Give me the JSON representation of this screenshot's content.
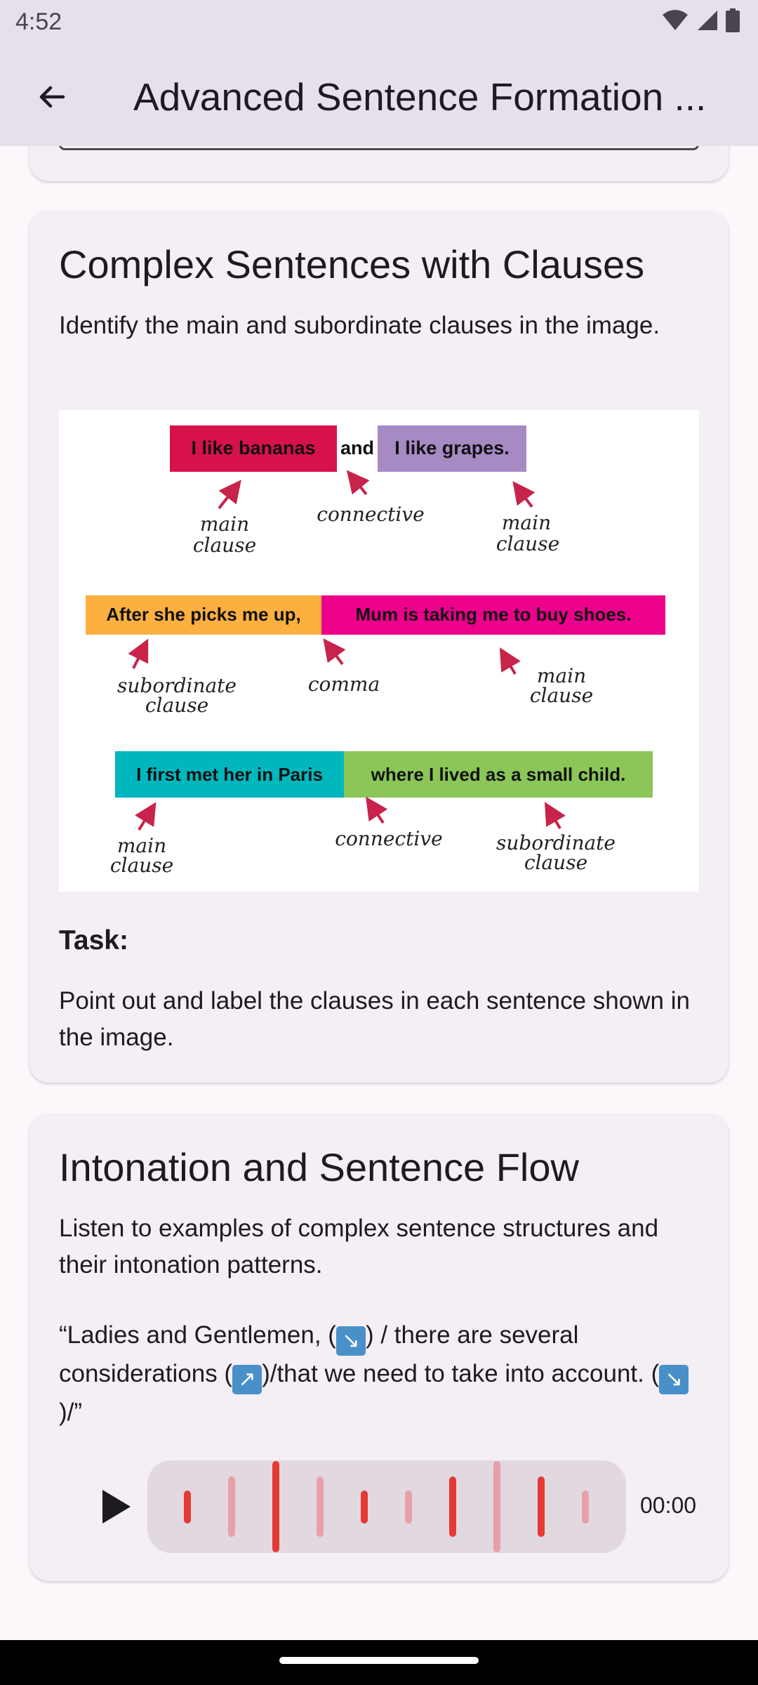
{
  "status": {
    "time": "4:52"
  },
  "appbar": {
    "title": "Advanced Sentence Formation ..."
  },
  "card_clauses": {
    "title": "Complex Sentences with Clauses",
    "description": "Identify the main and subordinate clauses in the image.",
    "figure": {
      "s1": {
        "a": "I like bananas",
        "join": "and",
        "b": "I like grapes.",
        "l1a": "main",
        "l1b": "clause",
        "l2": "connective",
        "l3a": "main",
        "l3b": "clause"
      },
      "s2": {
        "a": "After she picks me up,",
        "b": "Mum is taking me to buy shoes.",
        "l1a": "subordinate",
        "l1b": "clause",
        "l2": "comma",
        "l3a": "main",
        "l3b": "clause"
      },
      "s3": {
        "a": "I first met her in Paris",
        "b": "where I lived as a small child.",
        "l1a": "main",
        "l1b": "clause",
        "l2": "connective",
        "l3a": "subordinate",
        "l3b": "clause"
      }
    },
    "task_label": "Task:",
    "task_text": "Point out and label the clauses in each sentence shown in the image."
  },
  "card_intonation": {
    "title": "Intonation and Sentence Flow",
    "description": "Listen to examples of complex sentence structures and their intonation patterns.",
    "quote": {
      "p1": "“Ladies and Gentlemen, (",
      "a1": "↘",
      "p2": ") / there are several considerations (",
      "a2": "↗",
      "p3": ")/that we need to take into account. (",
      "a3": "↘",
      "p4": ")/”"
    },
    "audio": {
      "duration": "00:00",
      "bars": [
        0.36,
        0.66,
        1.0,
        0.66,
        0.36,
        0.36,
        0.66,
        1.0,
        0.66,
        0.36
      ],
      "bar_colors": [
        "#e53935",
        "#e8a0a8",
        "#e53935",
        "#e8a0a8",
        "#e53935",
        "#e8a0a8",
        "#e53935",
        "#e8a0a8",
        "#e53935",
        "#e8a0a8"
      ]
    }
  },
  "colors": {
    "crimson": "#d7124a",
    "lavender": "#a68ac4",
    "orange": "#fbb040",
    "pink": "#ec008c",
    "teal": "#00b7bd",
    "green": "#8bc658",
    "arrow": "#c8234a"
  }
}
